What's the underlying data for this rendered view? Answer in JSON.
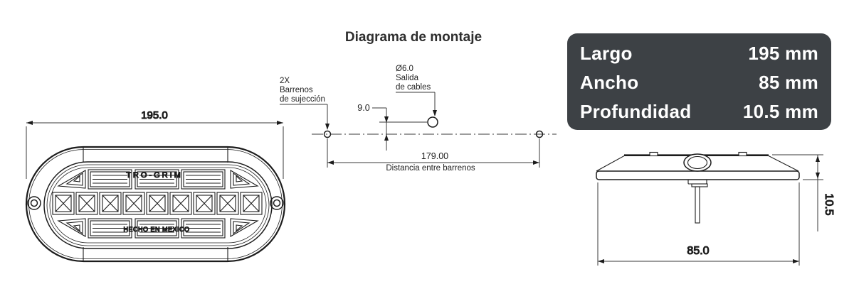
{
  "colors": {
    "line": "#1c1c1c",
    "spec_background": "#3d4145",
    "spec_text": "#ffffff"
  },
  "front_view": {
    "length_dim": "195.0",
    "brand": "TRO-GRIM",
    "made_in": "HECHO EN MEXICO"
  },
  "mounting": {
    "title": "Diagrama de montaje",
    "holes_note": [
      "2X",
      "Barrenos",
      "de sujección"
    ],
    "cable_note": [
      "Ø6.0",
      "Salida",
      "de cables"
    ],
    "offset_dim": "9.0",
    "spacing_dim": "179.00",
    "spacing_caption": "Distancia entre barrenos"
  },
  "specs": {
    "rows": [
      {
        "label": "Largo",
        "value": "195 mm"
      },
      {
        "label": "Ancho",
        "value": "85 mm"
      },
      {
        "label": "Profundidad",
        "value": "10.5 mm"
      }
    ]
  },
  "side_view": {
    "depth_dim": "10.5",
    "width_dim": "85.0"
  }
}
